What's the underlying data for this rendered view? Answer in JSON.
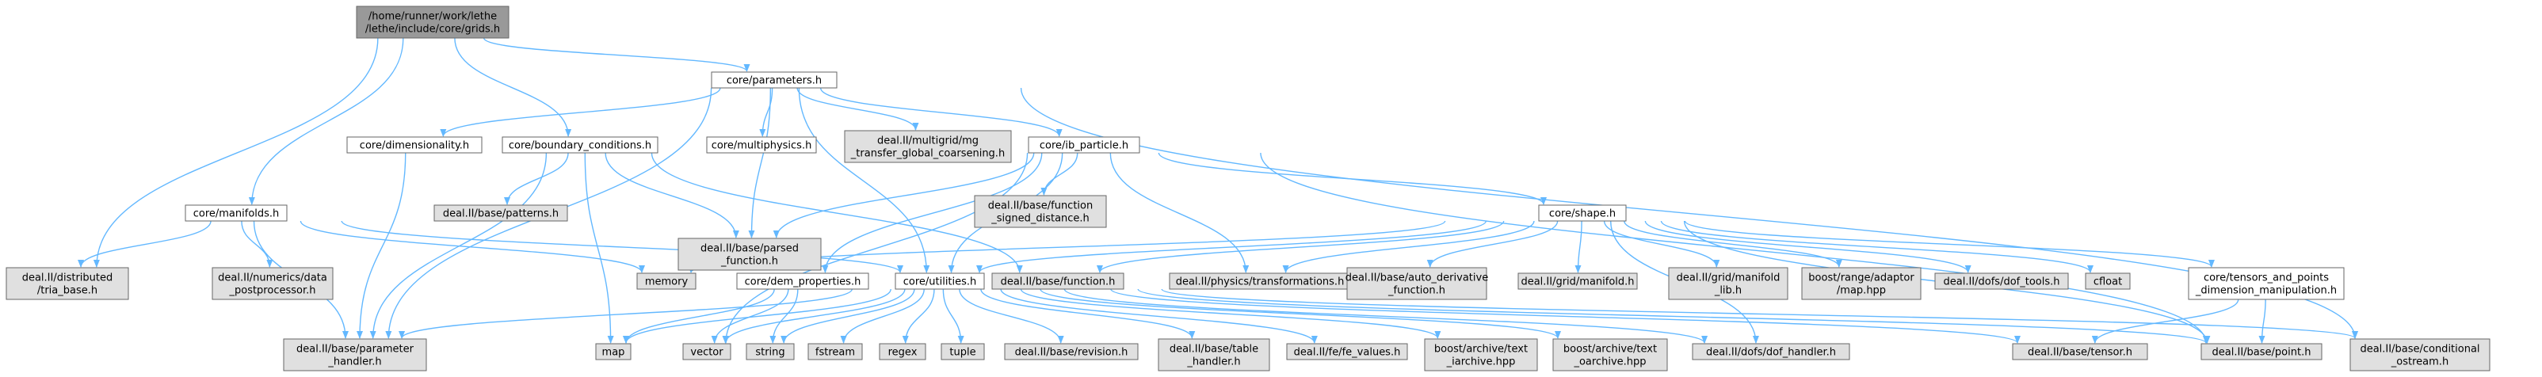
{
  "colors": {
    "edge": "#63b8ff",
    "root_fill": "#999999",
    "header_fill": "#ffffff",
    "system_fill": "#e0e0e0",
    "node_stroke": "#666666",
    "text": "#000000"
  },
  "nodes": {
    "grids": {
      "lines": [
        "/home/runner/work/lethe",
        "/lethe/include/core/grids.h"
      ],
      "kind": "root"
    },
    "parameters": {
      "lines": [
        "core/parameters.h"
      ],
      "kind": "header"
    },
    "boundary_conditions": {
      "lines": [
        "core/boundary_conditions.h"
      ],
      "kind": "header"
    },
    "manifolds": {
      "lines": [
        "core/manifolds.h"
      ],
      "kind": "header"
    },
    "tria_base": {
      "lines": [
        "deal.II/distributed",
        "/tria_base.h"
      ],
      "kind": "system"
    },
    "dimensionality": {
      "lines": [
        "core/dimensionality.h"
      ],
      "kind": "header"
    },
    "multiphysics": {
      "lines": [
        "core/multiphysics.h"
      ],
      "kind": "header"
    },
    "mg_transfer": {
      "lines": [
        "deal.II/multigrid/mg",
        "_transfer_global_coarsening.h"
      ],
      "kind": "system"
    },
    "ib_particle": {
      "lines": [
        "core/ib_particle.h"
      ],
      "kind": "header"
    },
    "parsed_function": {
      "lines": [
        "deal.II/base/parsed",
        "_function.h"
      ],
      "kind": "system"
    },
    "patterns": {
      "lines": [
        "deal.II/base/patterns.h"
      ],
      "kind": "system"
    },
    "func_signed": {
      "lines": [
        "deal.II/base/function",
        "_signed_distance.h"
      ],
      "kind": "system"
    },
    "shape": {
      "lines": [
        "core/shape.h"
      ],
      "kind": "header"
    },
    "numerics_data": {
      "lines": [
        "deal.II/numerics/data",
        "_postprocessor.h"
      ],
      "kind": "system"
    },
    "memory": {
      "lines": [
        "memory"
      ],
      "kind": "system"
    },
    "dem_properties": {
      "lines": [
        "core/dem_properties.h"
      ],
      "kind": "header"
    },
    "utilities": {
      "lines": [
        "core/utilities.h"
      ],
      "kind": "header"
    },
    "base_function": {
      "lines": [
        "deal.II/base/function.h"
      ],
      "kind": "system"
    },
    "physics_transform": {
      "lines": [
        "deal.II/physics/transformations.h"
      ],
      "kind": "system"
    },
    "auto_derivative": {
      "lines": [
        "deal.II/base/auto_derivative",
        "_function.h"
      ],
      "kind": "system"
    },
    "grid_manifold": {
      "lines": [
        "deal.II/grid/manifold.h"
      ],
      "kind": "system"
    },
    "grid_manifold_lib": {
      "lines": [
        "deal.II/grid/manifold",
        "_lib.h"
      ],
      "kind": "system"
    },
    "range_adaptor": {
      "lines": [
        "boost/range/adaptor",
        "/map.hpp"
      ],
      "kind": "system"
    },
    "dof_tools": {
      "lines": [
        "deal.II/dofs/dof_tools.h"
      ],
      "kind": "system"
    },
    "cfloat": {
      "lines": [
        "cfloat"
      ],
      "kind": "system"
    },
    "tensors_points": {
      "lines": [
        "core/tensors_and_points",
        "_dimension_manipulation.h"
      ],
      "kind": "header"
    },
    "parameter_handler": {
      "lines": [
        "deal.II/base/parameter",
        "_handler.h"
      ],
      "kind": "system"
    },
    "map": {
      "lines": [
        "map"
      ],
      "kind": "system"
    },
    "vector": {
      "lines": [
        "vector"
      ],
      "kind": "system"
    },
    "string": {
      "lines": [
        "string"
      ],
      "kind": "system"
    },
    "fstream": {
      "lines": [
        "fstream"
      ],
      "kind": "system"
    },
    "regex": {
      "lines": [
        "regex"
      ],
      "kind": "system"
    },
    "tuple": {
      "lines": [
        "tuple"
      ],
      "kind": "system"
    },
    "revision": {
      "lines": [
        "deal.II/base/revision.h"
      ],
      "kind": "system"
    },
    "table_handler": {
      "lines": [
        "deal.II/base/table",
        "_handler.h"
      ],
      "kind": "system"
    },
    "fe_values": {
      "lines": [
        "deal.II/fe/fe_values.h"
      ],
      "kind": "system"
    },
    "text_iarchive": {
      "lines": [
        "boost/archive/text",
        "_iarchive.hpp"
      ],
      "kind": "system"
    },
    "text_oarchive": {
      "lines": [
        "boost/archive/text",
        "_oarchive.hpp"
      ],
      "kind": "system"
    },
    "dof_handler": {
      "lines": [
        "deal.II/dofs/dof_handler.h"
      ],
      "kind": "system"
    },
    "tensor": {
      "lines": [
        "deal.II/base/tensor.h"
      ],
      "kind": "system"
    },
    "point": {
      "lines": [
        "deal.II/base/point.h"
      ],
      "kind": "system"
    },
    "conditional_ostream": {
      "lines": [
        "deal.II/base/conditional",
        "_ostream.h"
      ],
      "kind": "system"
    }
  },
  "edges": [
    [
      "grids",
      "parameters"
    ],
    [
      "grids",
      "boundary_conditions"
    ],
    [
      "grids",
      "manifolds"
    ],
    [
      "grids",
      "tria_base"
    ],
    [
      "parameters",
      "dimensionality"
    ],
    [
      "parameters",
      "multiphysics"
    ],
    [
      "parameters",
      "mg_transfer"
    ],
    [
      "parameters",
      "ib_particle"
    ],
    [
      "parameters",
      "parsed_function"
    ],
    [
      "parameters",
      "parameter_handler"
    ],
    [
      "parameters",
      "utilities"
    ],
    [
      "parameters",
      "conditional_ostream"
    ],
    [
      "dimensionality",
      "parameter_handler"
    ],
    [
      "boundary_conditions",
      "parsed_function"
    ],
    [
      "boundary_conditions",
      "patterns"
    ],
    [
      "boundary_conditions",
      "parameter_handler"
    ],
    [
      "boundary_conditions",
      "map"
    ],
    [
      "boundary_conditions",
      "base_function"
    ],
    [
      "manifolds",
      "tria_base"
    ],
    [
      "manifolds",
      "numerics_data"
    ],
    [
      "manifolds",
      "memory"
    ],
    [
      "manifolds",
      "parameter_handler"
    ],
    [
      "manifolds",
      "utilities"
    ],
    [
      "ib_particle",
      "parsed_function"
    ],
    [
      "ib_particle",
      "func_signed"
    ],
    [
      "ib_particle",
      "shape"
    ],
    [
      "ib_particle",
      "dem_properties"
    ],
    [
      "ib_particle",
      "physics_transform"
    ],
    [
      "ib_particle",
      "vector"
    ],
    [
      "ib_particle",
      "point"
    ],
    [
      "ib_particle",
      "utilities"
    ],
    [
      "shape",
      "memory"
    ],
    [
      "shape",
      "utilities"
    ],
    [
      "shape",
      "base_function"
    ],
    [
      "shape",
      "physics_transform"
    ],
    [
      "shape",
      "auto_derivative"
    ],
    [
      "shape",
      "grid_manifold"
    ],
    [
      "shape",
      "grid_manifold_lib"
    ],
    [
      "shape",
      "range_adaptor"
    ],
    [
      "shape",
      "dof_tools"
    ],
    [
      "shape",
      "cfloat"
    ],
    [
      "shape",
      "tensors_points"
    ],
    [
      "shape",
      "dof_handler"
    ],
    [
      "shape",
      "point"
    ],
    [
      "dem_properties",
      "vector"
    ],
    [
      "dem_properties",
      "string"
    ],
    [
      "dem_properties",
      "map"
    ],
    [
      "utilities",
      "parameter_handler"
    ],
    [
      "utilities",
      "map"
    ],
    [
      "utilities",
      "vector"
    ],
    [
      "utilities",
      "string"
    ],
    [
      "utilities",
      "fstream"
    ],
    [
      "utilities",
      "regex"
    ],
    [
      "utilities",
      "tuple"
    ],
    [
      "utilities",
      "revision"
    ],
    [
      "utilities",
      "table_handler"
    ],
    [
      "utilities",
      "fe_values"
    ],
    [
      "utilities",
      "text_iarchive"
    ],
    [
      "utilities",
      "text_oarchive"
    ],
    [
      "utilities",
      "dof_handler"
    ],
    [
      "utilities",
      "tensor"
    ],
    [
      "utilities",
      "point"
    ],
    [
      "utilities",
      "conditional_ostream"
    ],
    [
      "tensors_points",
      "tensor"
    ],
    [
      "tensors_points",
      "point"
    ]
  ]
}
